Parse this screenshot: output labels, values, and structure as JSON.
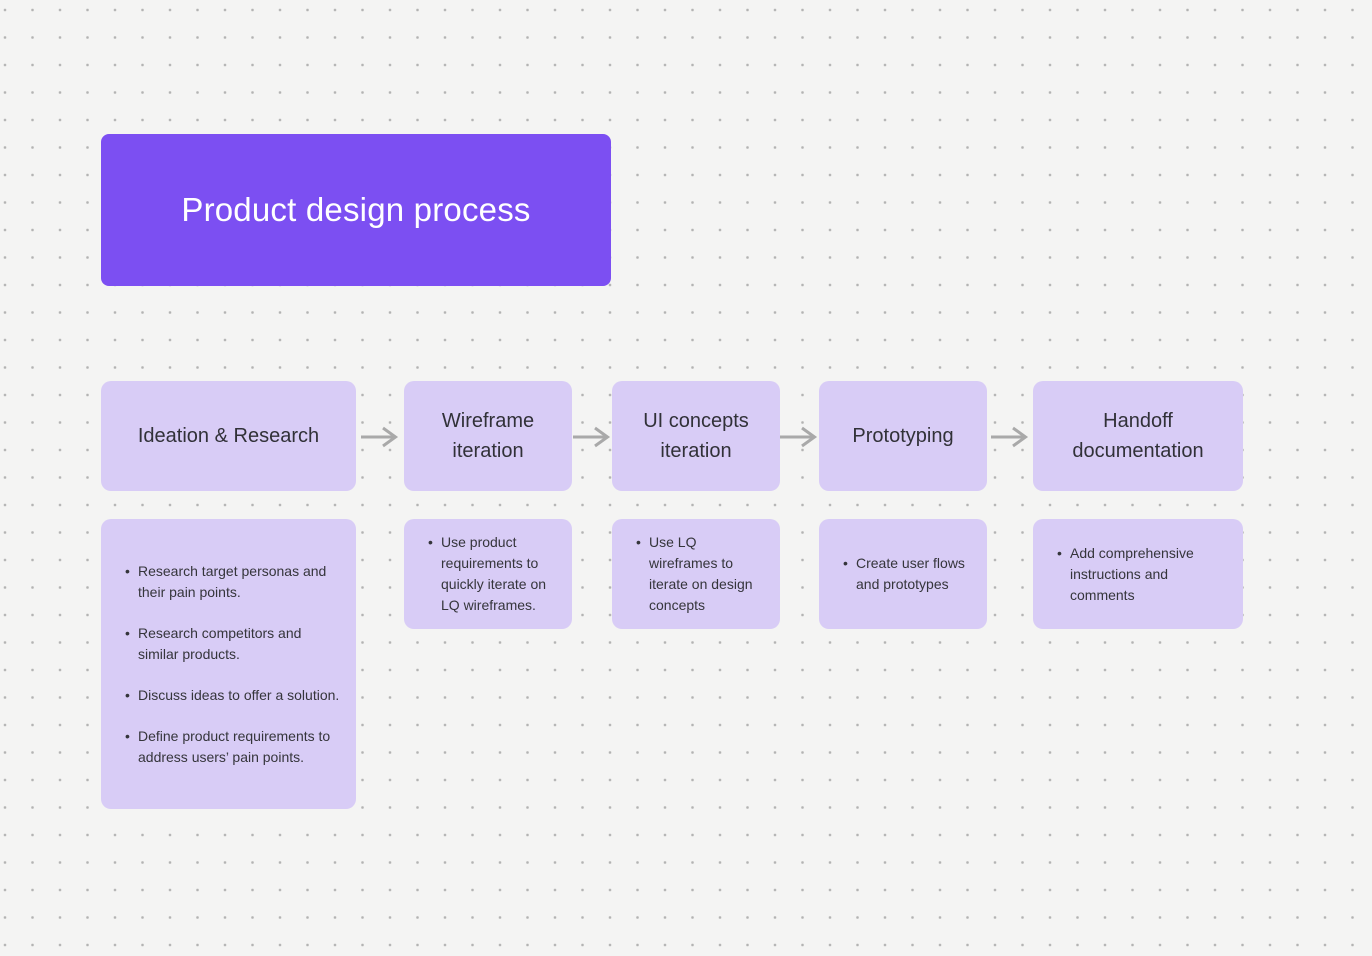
{
  "canvas": {
    "background_color": "#f4f4f3",
    "dot_color": "#b3b3b3"
  },
  "title_card": {
    "label": "Product design process",
    "background_color": "#7c4ff2",
    "text_color": "#ffffff"
  },
  "connector_color": "#a9a9a9",
  "stage_card_color": "#d8ccf6",
  "stage_text_color": "#313138",
  "stages": [
    {
      "title": "Ideation & Research",
      "bullets": [
        "Research target personas and their pain points.",
        "Research competitors and similar products.",
        "Discuss ideas to offer a solution.",
        "Define product requirements to address users’ pain points."
      ]
    },
    {
      "title": "Wireframe iteration",
      "bullets": [
        "Use product requirements to quickly iterate on LQ wireframes."
      ]
    },
    {
      "title": "UI concepts iteration",
      "bullets": [
        "Use LQ wireframes to iterate on design concepts"
      ]
    },
    {
      "title": "Prototyping",
      "bullets": [
        "Create user flows and prototypes"
      ]
    },
    {
      "title": "Handoff documentation",
      "bullets": [
        "Add comprehensive instructions and comments"
      ]
    }
  ]
}
